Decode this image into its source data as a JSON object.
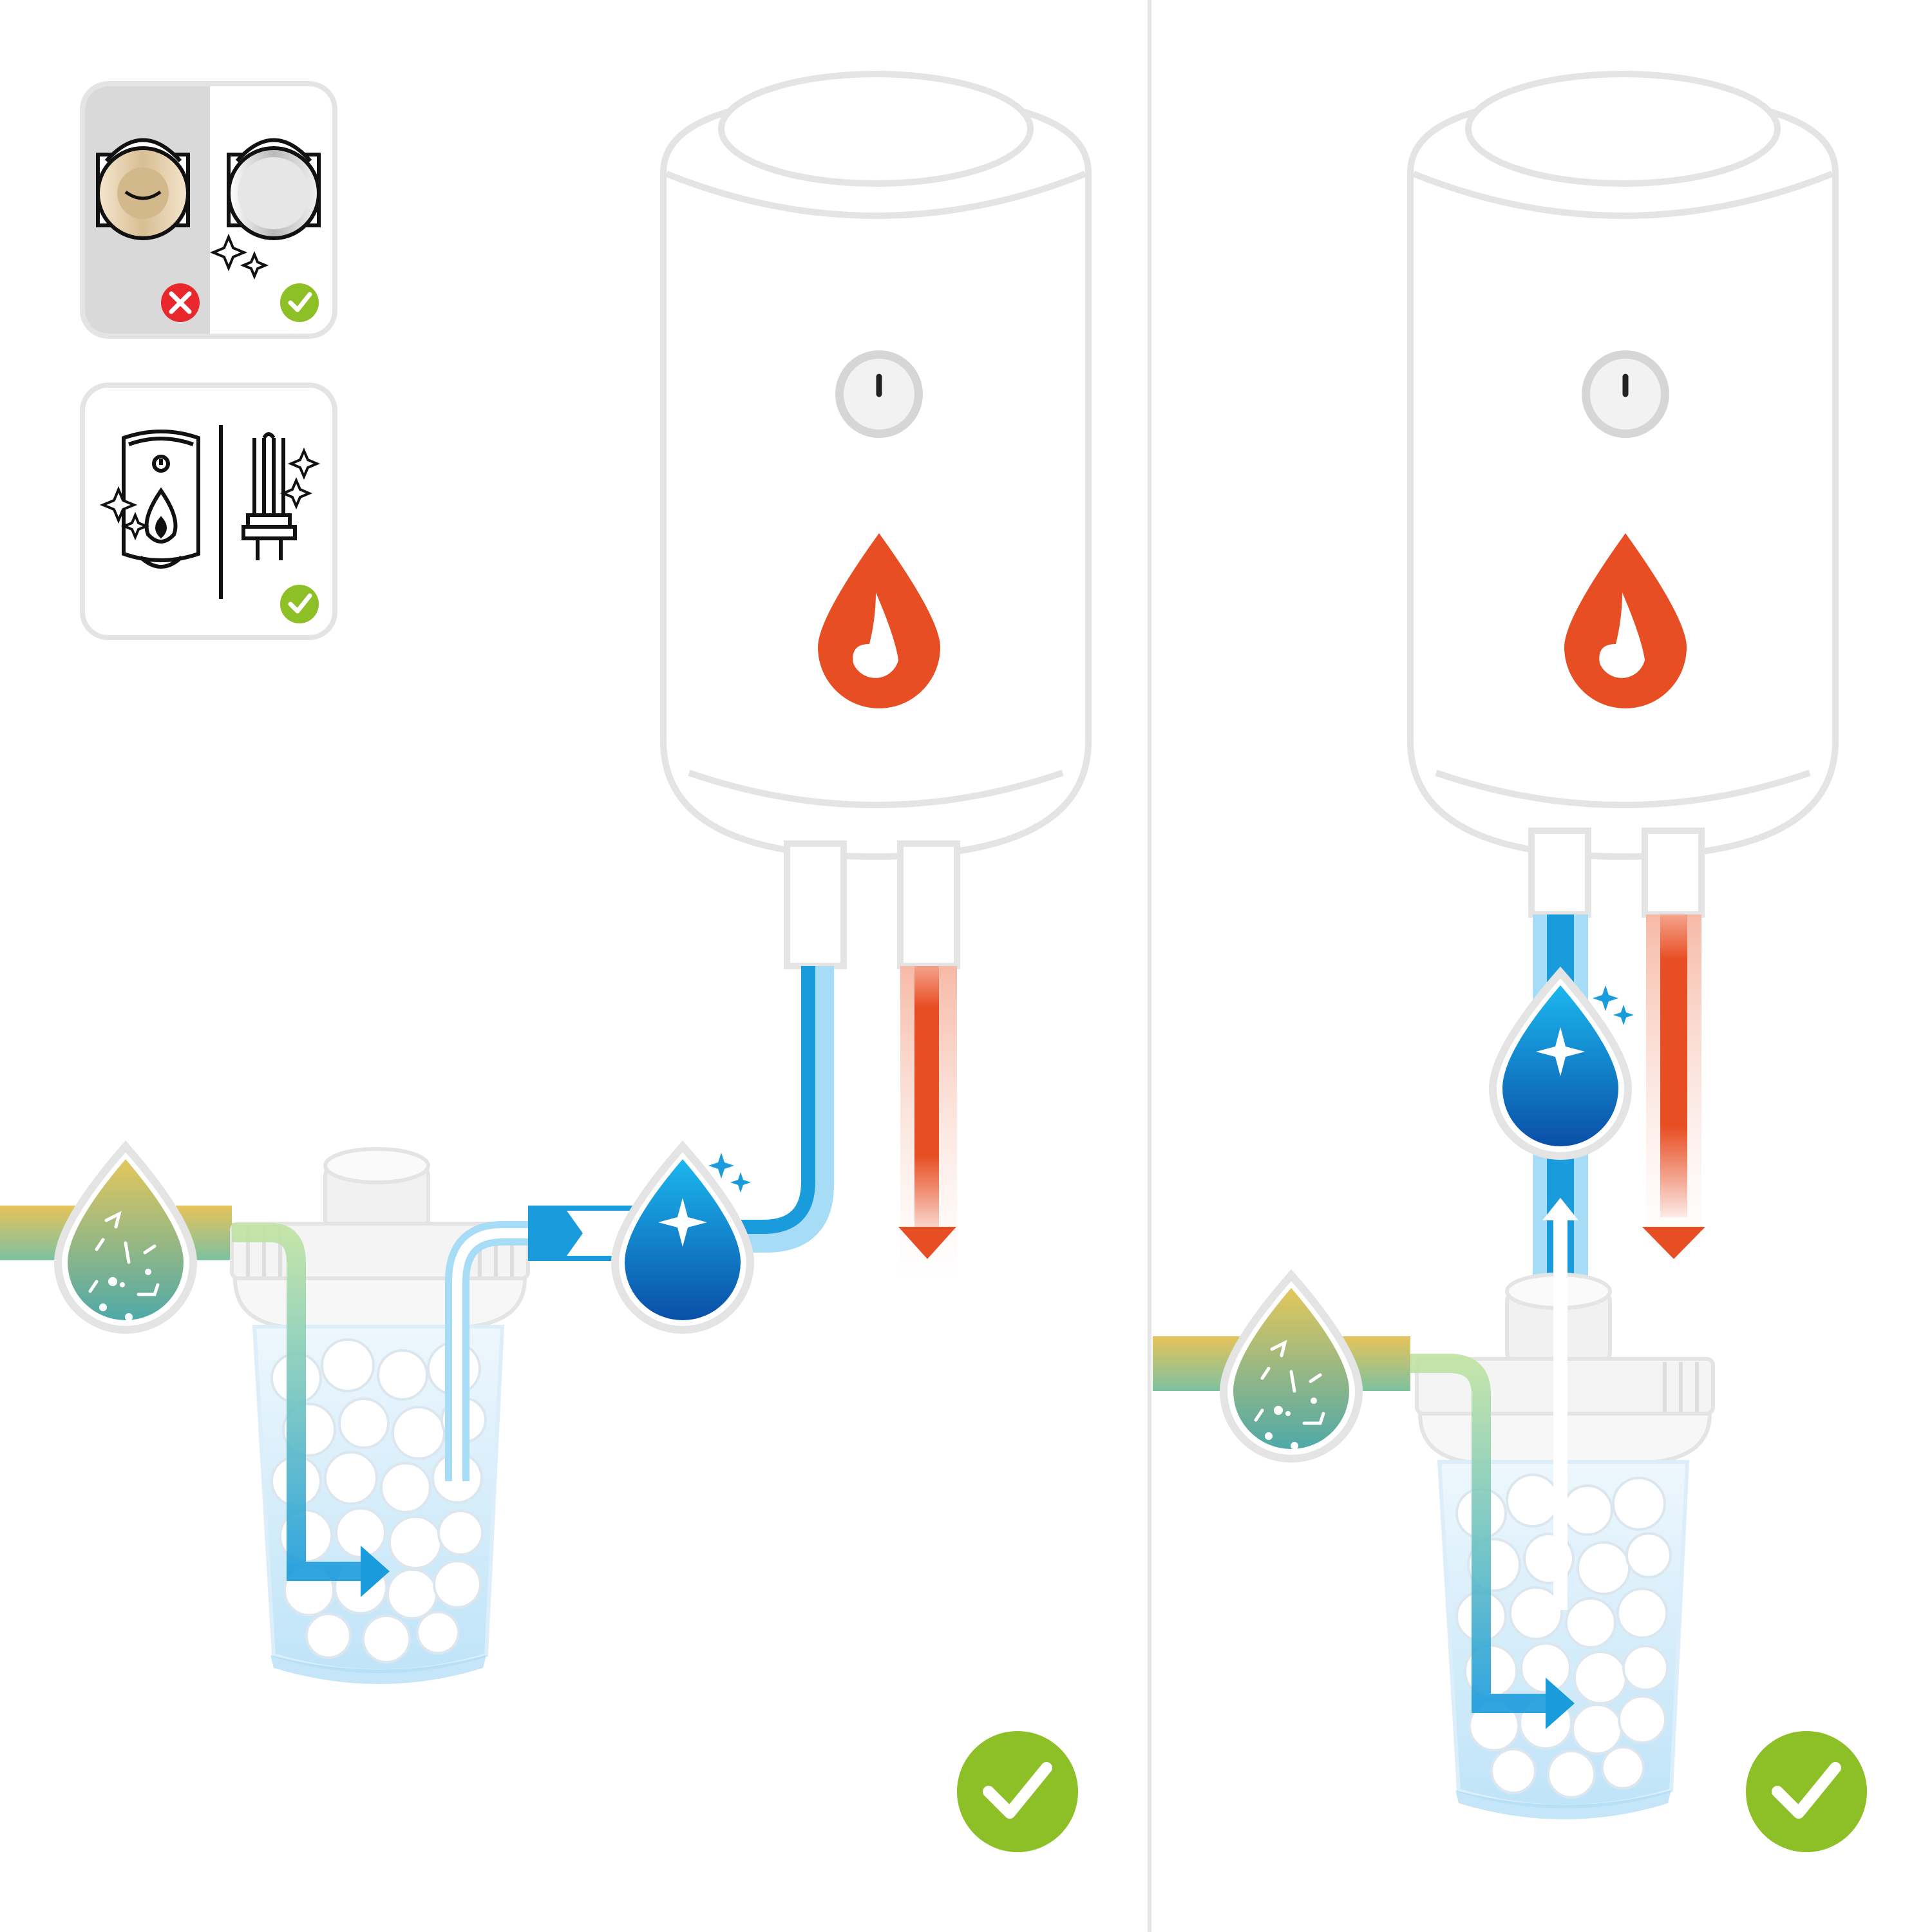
{
  "colors": {
    "hot": "#E84E24",
    "cold": "#1A9BDC",
    "cold_light": "#A6DCF6",
    "check": "#8DBF26",
    "cross": "#E8282D",
    "outline": "#E4E4E4",
    "panel_gray": "#D9D9D9",
    "dirty_top": "#E3C75C",
    "dirty_bottom": "#5FB5A8"
  },
  "legend": {
    "top_card": {
      "left_state": "scaled-pipe-icon",
      "left_status": "cross-badge",
      "right_state": "clean-pipe-icon",
      "right_status": "check-badge"
    },
    "bottom_card": {
      "left_icon": "clean-boiler-icon",
      "right_icon": "clean-heating-element-icon",
      "status": "check-badge"
    }
  },
  "panels": [
    {
      "id": "horizontal-install",
      "status": "check-badge",
      "flow": [
        "dirty-water-drop-icon",
        "filter-cartridge",
        "clean-water-drop-icon",
        "cold-inlet-pipe"
      ],
      "outlet": "hot-outlet-pipe"
    },
    {
      "id": "vertical-install",
      "status": "check-badge",
      "flow": [
        "dirty-water-drop-icon",
        "filter-cartridge",
        "clean-water-drop-icon",
        "cold-inlet-pipe"
      ],
      "outlet": "hot-outlet-pipe"
    }
  ]
}
